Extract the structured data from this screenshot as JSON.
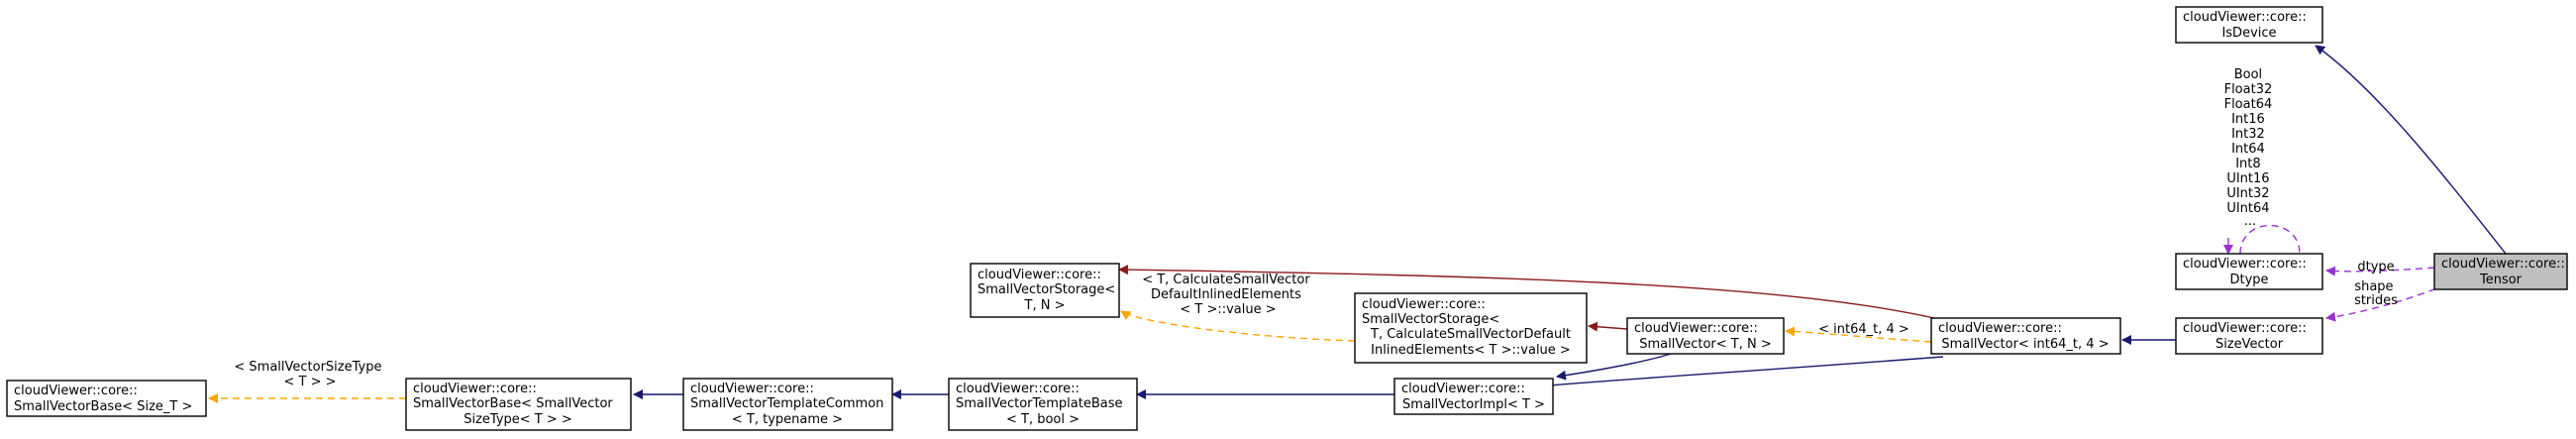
{
  "colors": {
    "inheritance": "#191970",
    "usage": "#9a32cd",
    "template_instance": "#ffa500",
    "dark_inheritance": "#8b1a1a",
    "focus_fill": "#bfbfbf"
  },
  "nodes": {
    "isdevice": [
      "cloudViewer::core::",
      "IsDevice"
    ],
    "dtype": [
      "cloudViewer::core::",
      "Dtype"
    ],
    "tensor": [
      "cloudViewer::core::",
      "Tensor"
    ],
    "sizevector": [
      "cloudViewer::core::",
      "SizeVector"
    ],
    "smallvector_int64": [
      "cloudViewer::core::",
      "SmallVector< int64_t, 4 >"
    ],
    "smallvector_tn": [
      "cloudViewer::core::",
      "SmallVector< T, N >"
    ],
    "smallvectorstorage_inst": [
      "cloudViewer::core::",
      "SmallVectorStorage<",
      " T, CalculateSmallVectorDefault",
      "InlinedElements< T >::value >"
    ],
    "smallvectorstorage_tn": [
      "cloudViewer::core::",
      "SmallVectorStorage<",
      " T, N >"
    ],
    "smallvectorimpl": [
      "cloudViewer::core::",
      "SmallVectorImpl< T >"
    ],
    "smallvectortemplatebase": [
      "cloudViewer::core::",
      "SmallVectorTemplateBase",
      "< T, bool >"
    ],
    "smallvectortemplatecommon": [
      "cloudViewer::core::",
      "SmallVectorTemplateCommon",
      "< T, typename >"
    ],
    "smallvectorbase_sizetype": [
      "cloudViewer::core::",
      "SmallVectorBase< SmallVector",
      "SizeType< T > >"
    ],
    "smallvectorbase_size": [
      "cloudViewer::core::",
      "SmallVectorBase< Size_T >"
    ]
  },
  "edge_labels": {
    "dtype_values": [
      "Bool",
      "Float32",
      "Float64",
      "Int16",
      "Int32",
      "Int64",
      "Int8",
      "UInt16",
      "UInt32",
      "UInt64",
      "..."
    ],
    "dtype_member": "dtype",
    "sizevector_members": [
      "shape",
      "strides"
    ],
    "int64_4": "< int64_t, 4 >",
    "storage_params": [
      "< T, CalculateSmallVector",
      "DefaultInlinedElements",
      "< T >::value >"
    ],
    "sizetype_params": [
      "< SmallVectorSizeType",
      "< T > >"
    ]
  }
}
